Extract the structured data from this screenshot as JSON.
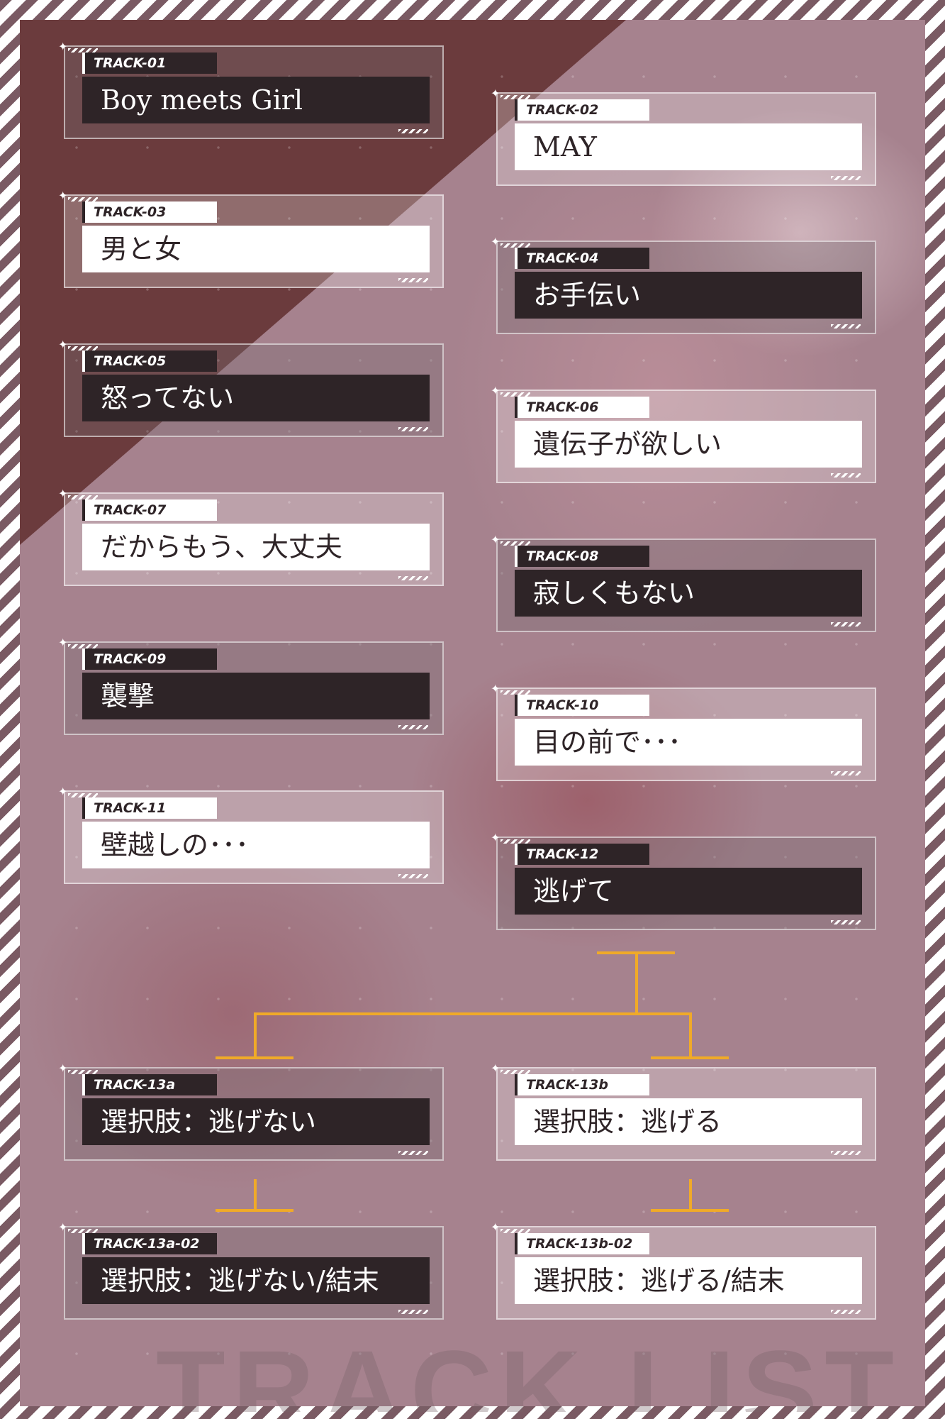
{
  "tracks": [
    {
      "tag": "TRACK-01",
      "title": "Boy meets Girl"
    },
    {
      "tag": "TRACK-02",
      "title": "MAY"
    },
    {
      "tag": "TRACK-03",
      "title": "男と女"
    },
    {
      "tag": "TRACK-04",
      "title": "お手伝い"
    },
    {
      "tag": "TRACK-05",
      "title": "怒ってない"
    },
    {
      "tag": "TRACK-06",
      "title": "遺伝子が欲しい"
    },
    {
      "tag": "TRACK-07",
      "title": "だからもう、大丈夫"
    },
    {
      "tag": "TRACK-08",
      "title": "寂しくもない"
    },
    {
      "tag": "TRACK-09",
      "title": "襲撃"
    },
    {
      "tag": "TRACK-10",
      "title": "目の前で･･･"
    },
    {
      "tag": "TRACK-11",
      "title": "壁越しの･･･"
    },
    {
      "tag": "TRACK-12",
      "title": "逃げて"
    },
    {
      "tag": "TRACK-13a",
      "title": "選択肢：逃げない"
    },
    {
      "tag": "TRACK-13b",
      "title": "選択肢：逃げる"
    },
    {
      "tag": "TRACK-13a-02",
      "title": "選択肢：逃げない/結末"
    },
    {
      "tag": "TRACK-13b-02",
      "title": "選択肢：逃げる/結末"
    }
  ],
  "watermark": "TRACK LIST",
  "colors": {
    "frame_stripe": "#7a5a63",
    "corner_triangle": "#6b3b3d",
    "dark_box": "#2e2427",
    "connector": "#f0aa28"
  }
}
